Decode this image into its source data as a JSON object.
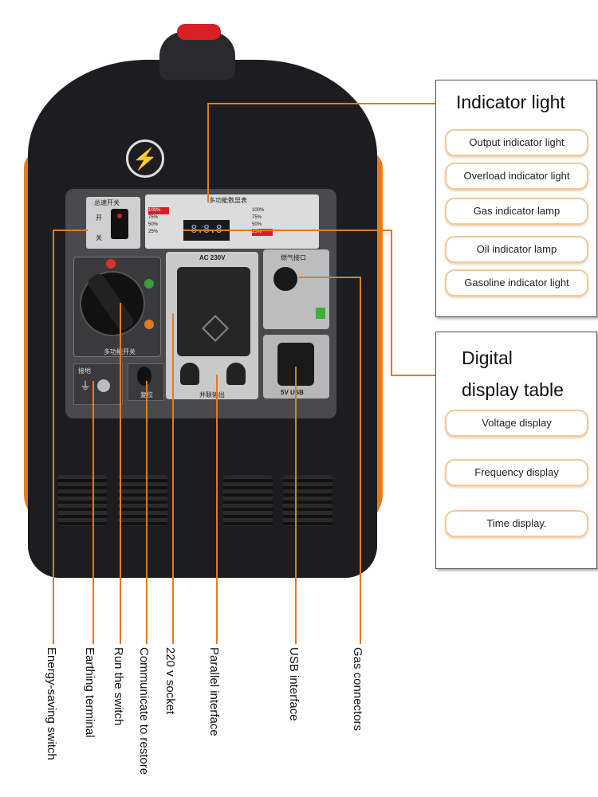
{
  "indicator_box": {
    "title": "Indicator light",
    "items": [
      "Output indicator light",
      "Overload indicator light",
      "Gas indicator lamp",
      "Oil indicator lamp",
      "Gasoline indicator light"
    ]
  },
  "display_box": {
    "title_line1": "Digital",
    "title_line2": "display table",
    "items": [
      "Voltage display",
      "Frequency display",
      "Time display."
    ]
  },
  "bottom_labels": [
    "Energy-saving switch",
    "Earthing terminal",
    "Run the switch",
    "Communicate to restore",
    "220 v socket",
    "Parallel interface",
    "USB interface",
    "Gas connectors"
  ],
  "panel_text": {
    "switch_title": "总速开关",
    "switch_on": "开",
    "switch_off": "关",
    "lcd_title": "多功能数显表",
    "lcd_value": "8.8.8",
    "ac_label": "AC 230V",
    "parallel_label": "并联输出",
    "usb_label": "5V USB",
    "gas_label": "燃气接口",
    "knob_label": "多功能开关",
    "earth_label": "接地",
    "restore_label": "复位",
    "percent_left": [
      "100%",
      "75%",
      "50%",
      "25%"
    ],
    "percent_right": [
      "100%",
      "75%",
      "50%",
      "25%"
    ]
  },
  "colors": {
    "accent": "#e57a1c",
    "body": "#1d1d1f",
    "pill_border": "#f3c79b"
  }
}
